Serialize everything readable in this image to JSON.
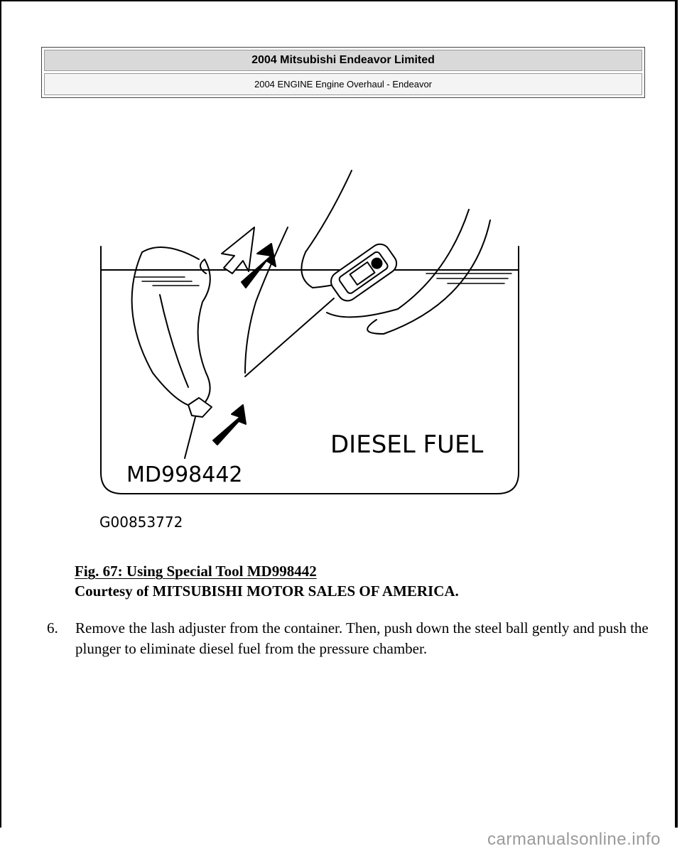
{
  "header": {
    "title": "2004 Mitsubishi Endeavor Limited",
    "subtitle": "2004 ENGINE Engine Overhaul - Endeavor"
  },
  "figure": {
    "label_fluid": "DIESEL FUEL",
    "label_tool": "MD998442",
    "label_id": "G00853772"
  },
  "caption": {
    "figure_title": "Fig. 67: Using Special Tool MD998442",
    "courtesy": "Courtesy of MITSUBISHI MOTOR SALES OF AMERICA."
  },
  "step": {
    "number": "6.",
    "text": "Remove the lash adjuster from the container. Then, push down the steel ball gently and push the plunger to eliminate diesel fuel from the pressure chamber."
  },
  "footer": {
    "watermark": "carmanualsonline.info"
  }
}
